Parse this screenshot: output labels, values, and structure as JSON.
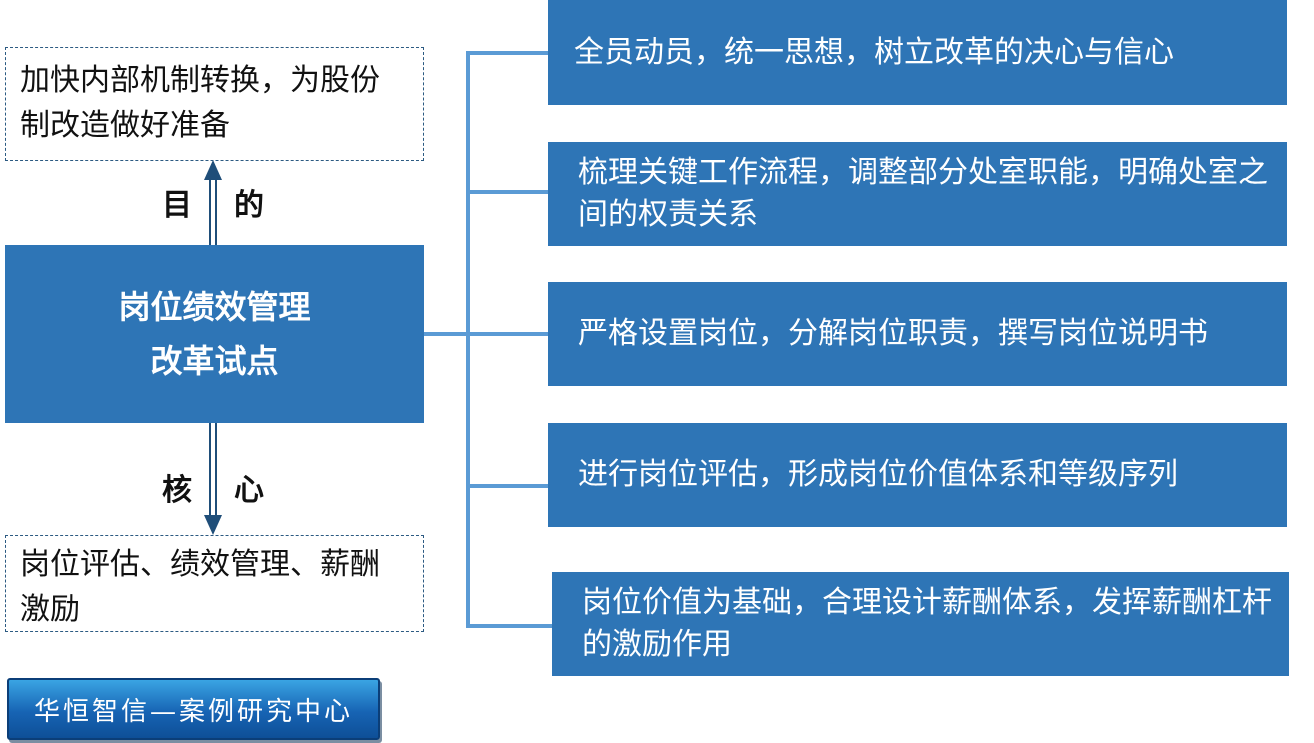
{
  "purpose_box": "加快内部机制转换，为股份制改造做好准备",
  "purpose_label": [
    "目",
    "的"
  ],
  "center_box": [
    "岗位绩效管理",
    "改革试点"
  ],
  "core_label": [
    "核",
    "心"
  ],
  "core_box": "岗位评估、绩效管理、薪酬激励",
  "steps": [
    "全员动员，统一思想，树立改革的决心与信心",
    "梳理关键工作流程，调整部分处室职能，明确处室之间的权责关系",
    "严格设置岗位，分解岗位职责，撰写岗位说明书",
    "进行岗位评估，形成岗位价值体系和等级序列",
    "岗位价值为基础，合理设计薪酬体系，发挥薪酬杠杆的激励作用"
  ],
  "footer_badge": "华恒智信—案例研究中心",
  "colors": {
    "box_blue": "#2e75b6",
    "connector": "#5b9bd5",
    "arrow": "#1f4e79",
    "dashed_border": "#2c5a82"
  }
}
